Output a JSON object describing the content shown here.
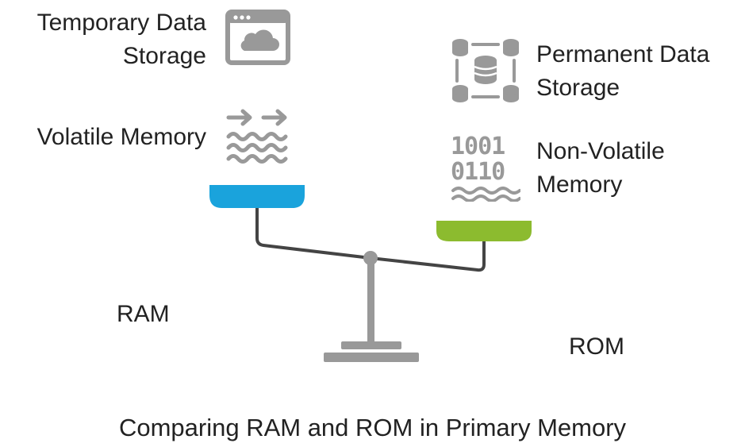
{
  "left": {
    "label1": "Temporary Data",
    "label2": "Storage",
    "label3": "Volatile Memory",
    "icon1": "browser-cloud-icon",
    "icon2": "arrows-waves-icon",
    "color": "#1aa3dc"
  },
  "right": {
    "label1": "Permanent Data",
    "label2": "Storage",
    "label3": "Non-Volatile",
    "label4": "Memory",
    "icon1": "database-sync-icon",
    "icon2": "binary-waves-icon",
    "color": "#8cbb2f"
  },
  "ram_label": "RAM",
  "rom_label": "ROM",
  "caption": "Comparing RAM and ROM in Primary Memory",
  "binary": {
    "row1": "1001",
    "row2": "0110"
  },
  "icon_color": "#999999",
  "beam_color": "#444444"
}
